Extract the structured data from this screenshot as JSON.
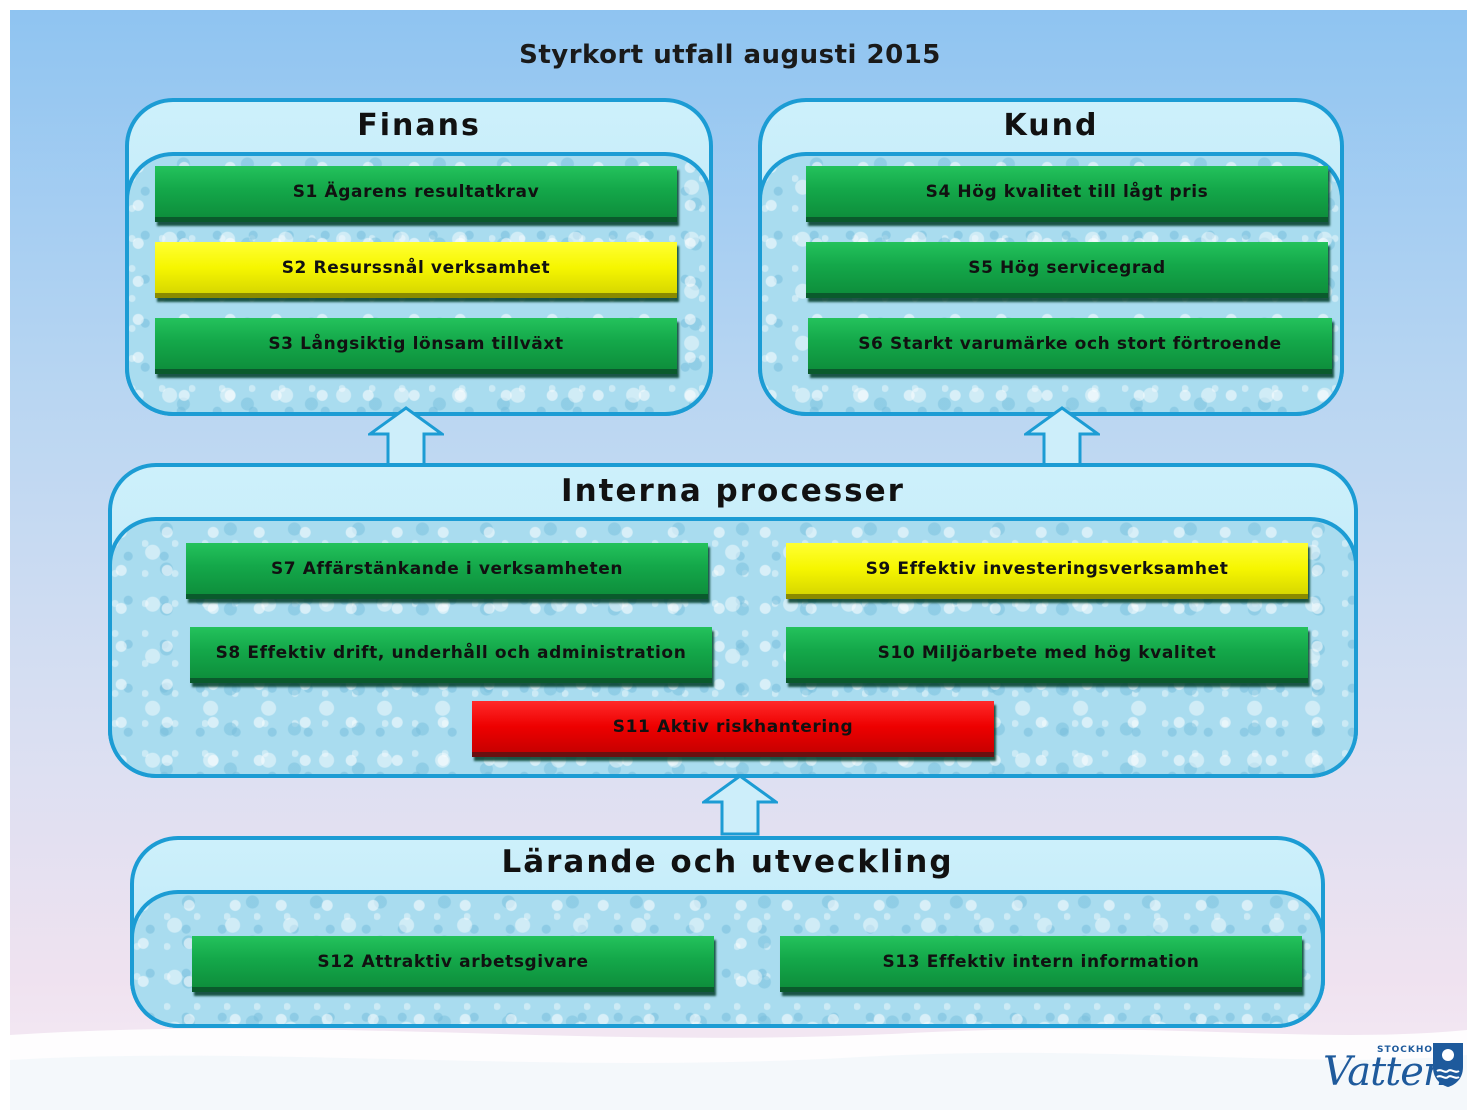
{
  "title": "Styrkort utfall augusti 2015",
  "colors": {
    "green": "#14a84a",
    "yellow": "#f6f600",
    "red": "#ee0000",
    "border": "#1c9cd4"
  },
  "groups": {
    "finans": {
      "title": "Finans",
      "items": [
        {
          "label": "S1 Ägarens resultatkrav",
          "status": "green"
        },
        {
          "label": "S2 Resurssnål verksamhet",
          "status": "yellow"
        },
        {
          "label": "S3 Långsiktig lönsam tillväxt",
          "status": "green"
        }
      ]
    },
    "kund": {
      "title": "Kund",
      "items": [
        {
          "label": "S4 Hög kvalitet till lågt pris",
          "status": "green"
        },
        {
          "label": "S5 Hög servicegrad",
          "status": "green"
        },
        {
          "label": "S6 Starkt varumärke och stort förtroende",
          "status": "green"
        }
      ]
    },
    "interna": {
      "title": "Interna  processer",
      "items": [
        {
          "label": "S7 Affärstänkande i verksamheten",
          "status": "green"
        },
        {
          "label": "S8 Effektiv drift, underhåll och administration",
          "status": "green"
        },
        {
          "label": "S9 Effektiv investeringsverksamhet",
          "status": "yellow"
        },
        {
          "label": "S10 Miljöarbete med hög kvalitet",
          "status": "green"
        },
        {
          "label": "S11 Aktiv riskhantering",
          "status": "red"
        }
      ]
    },
    "larande": {
      "title": "Lärande och utveckling",
      "items": [
        {
          "label": "S12 Attraktiv arbetsgivare",
          "status": "green"
        },
        {
          "label": "S13 Effektiv intern information",
          "status": "green"
        }
      ]
    }
  },
  "logo": {
    "small": "STOCKHOLM",
    "word": "Vatten"
  }
}
